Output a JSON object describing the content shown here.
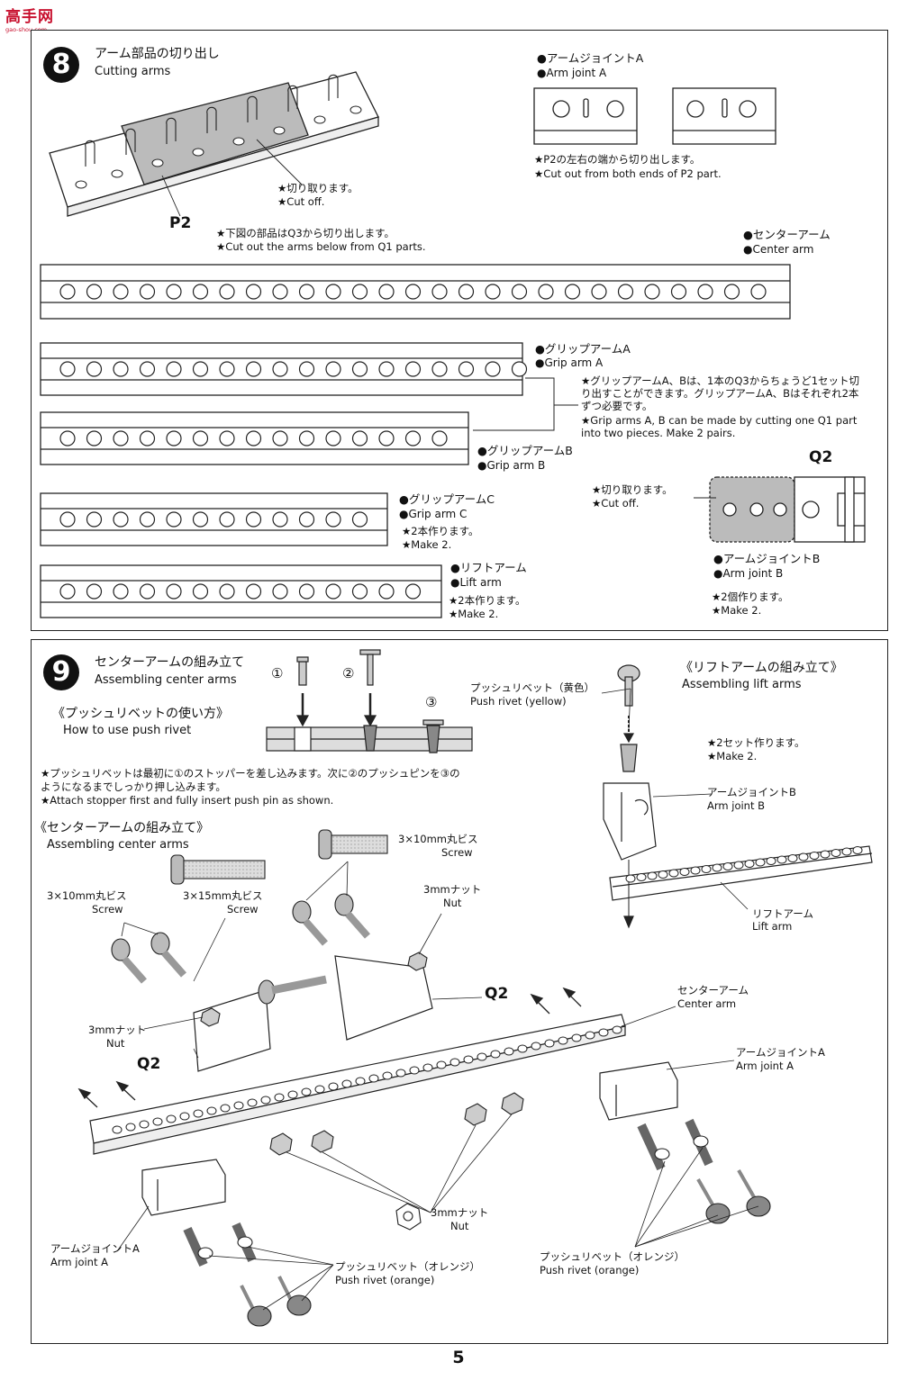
{
  "logo": {
    "text": "高手网",
    "sub": "gao-shou.com"
  },
  "page_number": "5",
  "step8": {
    "number": "8",
    "title_jp": "アーム部品の切り出し",
    "title_en": "Cutting arms",
    "cutoff_jp": "★切り取ります。",
    "cutoff_en": "★Cut off.",
    "p2_label": "P2",
    "note_q1_jp": "★下図の部品はQ3から切り出します。",
    "note_q1_en": "★Cut out the arms below from Q1 parts.",
    "arm_joint_a_jp": "●アームジョイントA",
    "arm_joint_a_en": "●Arm joint A",
    "p2_note_jp": "★P2の左右の端から切り出します。",
    "p2_note_en": "★Cut out from both ends of P2 part.",
    "center_arm_jp": "●センターアーム",
    "center_arm_en": "●Center arm",
    "grip_a_jp": "●グリップアームA",
    "grip_a_en": "●Grip arm A",
    "grip_note_jp1": "★グリップアームA、Bは、1本のQ3からちょうど1セット切",
    "grip_note_jp2": "り出すことができます。グリップアームA、Bはそれぞれ2本",
    "grip_note_jp3": "ずつ必要です。",
    "grip_note_en1": "★Grip arms A, B can be made by cutting one Q1 part",
    "grip_note_en2": "into two pieces. Make 2 pairs.",
    "grip_b_jp": "●グリップアームB",
    "grip_b_en": "●Grip arm B",
    "q2_label": "Q2",
    "q2_cutoff_jp": "★切り取ります。",
    "q2_cutoff_en": "★Cut off.",
    "grip_c_jp": "●グリップアームC",
    "grip_c_en": "●Grip arm C",
    "grip_c_make_jp": "★2本作ります。",
    "grip_c_make_en": "★Make 2.",
    "arm_joint_b_jp": "●アームジョイントB",
    "arm_joint_b_en": "●Arm joint B",
    "lift_jp": "●リフトアーム",
    "lift_en": "●Lift arm",
    "lift_make_jp": "★2本作ります。",
    "lift_make_en": "★Make 2.",
    "ajb_make_jp": "★2個作ります。",
    "ajb_make_en": "★Make 2."
  },
  "step9": {
    "number": "9",
    "title_jp": "センターアームの組み立て",
    "title_en": "Assembling center arms",
    "circled1": "①",
    "circled2": "②",
    "circled3": "③",
    "howto_jp": "《プッシュリベットの使い方》",
    "howto_en": "How to use push rivet",
    "rivet_yellow_jp": "プッシュリベット（黄色）",
    "rivet_yellow_en": "Push rivet (yellow)",
    "lift_title_jp": "《リフトアームの組み立て》",
    "lift_title_en": "Assembling lift arms",
    "two_sets_jp": "★2セット作ります。",
    "two_sets_en": "★Make 2.",
    "stopper_jp1": "★プッシュリベットは最初に①のストッパーを差し込みます。次に②のプッシュピンを③の",
    "stopper_jp2": "ようになるまでしっかり押し込みます。",
    "stopper_en": "★Attach stopper first and fully insert push pin as shown.",
    "ajb_jp": "アームジョイントB",
    "ajb_en": "Arm joint B",
    "center_title_jp": "《センターアームの組み立て》",
    "center_title_en": "Assembling center arms",
    "screw10_top_jp": "3×10mm丸ビス",
    "screw10_top_en": "Screw",
    "screw10_left_jp": "3×10mm丸ビス",
    "screw10_left_en": "Screw",
    "screw15_jp": "3×15mm丸ビス",
    "screw15_en": "Screw",
    "nut_top_jp": "3mmナット",
    "nut_top_en": "Nut",
    "lift_arm_jp": "リフトアーム",
    "lift_arm_en": "Lift arm",
    "q2_right": "Q2",
    "q2_left": "Q2",
    "nut_left_jp": "3mmナット",
    "nut_left_en": "Nut",
    "center_arm_jp": "センターアーム",
    "center_arm_en": "Center arm",
    "aja_right_jp": "アームジョイントA",
    "aja_right_en": "Arm joint A",
    "nut_mid_jp": "3mmナット",
    "nut_mid_en": "Nut",
    "aja_left_jp": "アームジョイントA",
    "aja_left_en": "Arm joint A",
    "rivet_orange_left_jp": "プッシュリベット（オレンジ）",
    "rivet_orange_left_en": "Push rivet (orange)",
    "rivet_orange_right_jp": "プッシュリベット（オレンジ）",
    "rivet_orange_right_en": "Push rivet (orange)"
  }
}
